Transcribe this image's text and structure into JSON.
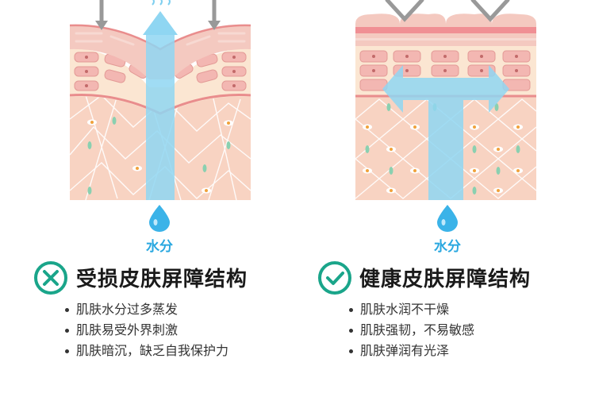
{
  "colors": {
    "accent": "#1aa58a",
    "water": "#2aa8e0",
    "skin_top": "#f4c9c0",
    "skin_cells": "#fbe4d8",
    "dermis": "#f8d3c2"
  },
  "left": {
    "water_label": "水分",
    "status_icon": "x-circle-icon",
    "heading": "受损皮肤屏障结构",
    "bullets": [
      "肌肤水分过多蒸发",
      "肌肤易受外界刺激",
      "肌肤暗沉，缺乏自我保护力"
    ]
  },
  "right": {
    "water_label": "水分",
    "status_icon": "check-circle-icon",
    "heading": "健康皮肤屏障结构",
    "bullets": [
      "肌肤水润不干燥",
      "肌肤强韧，不易敏感",
      "肌肤弹润有光泽"
    ]
  }
}
